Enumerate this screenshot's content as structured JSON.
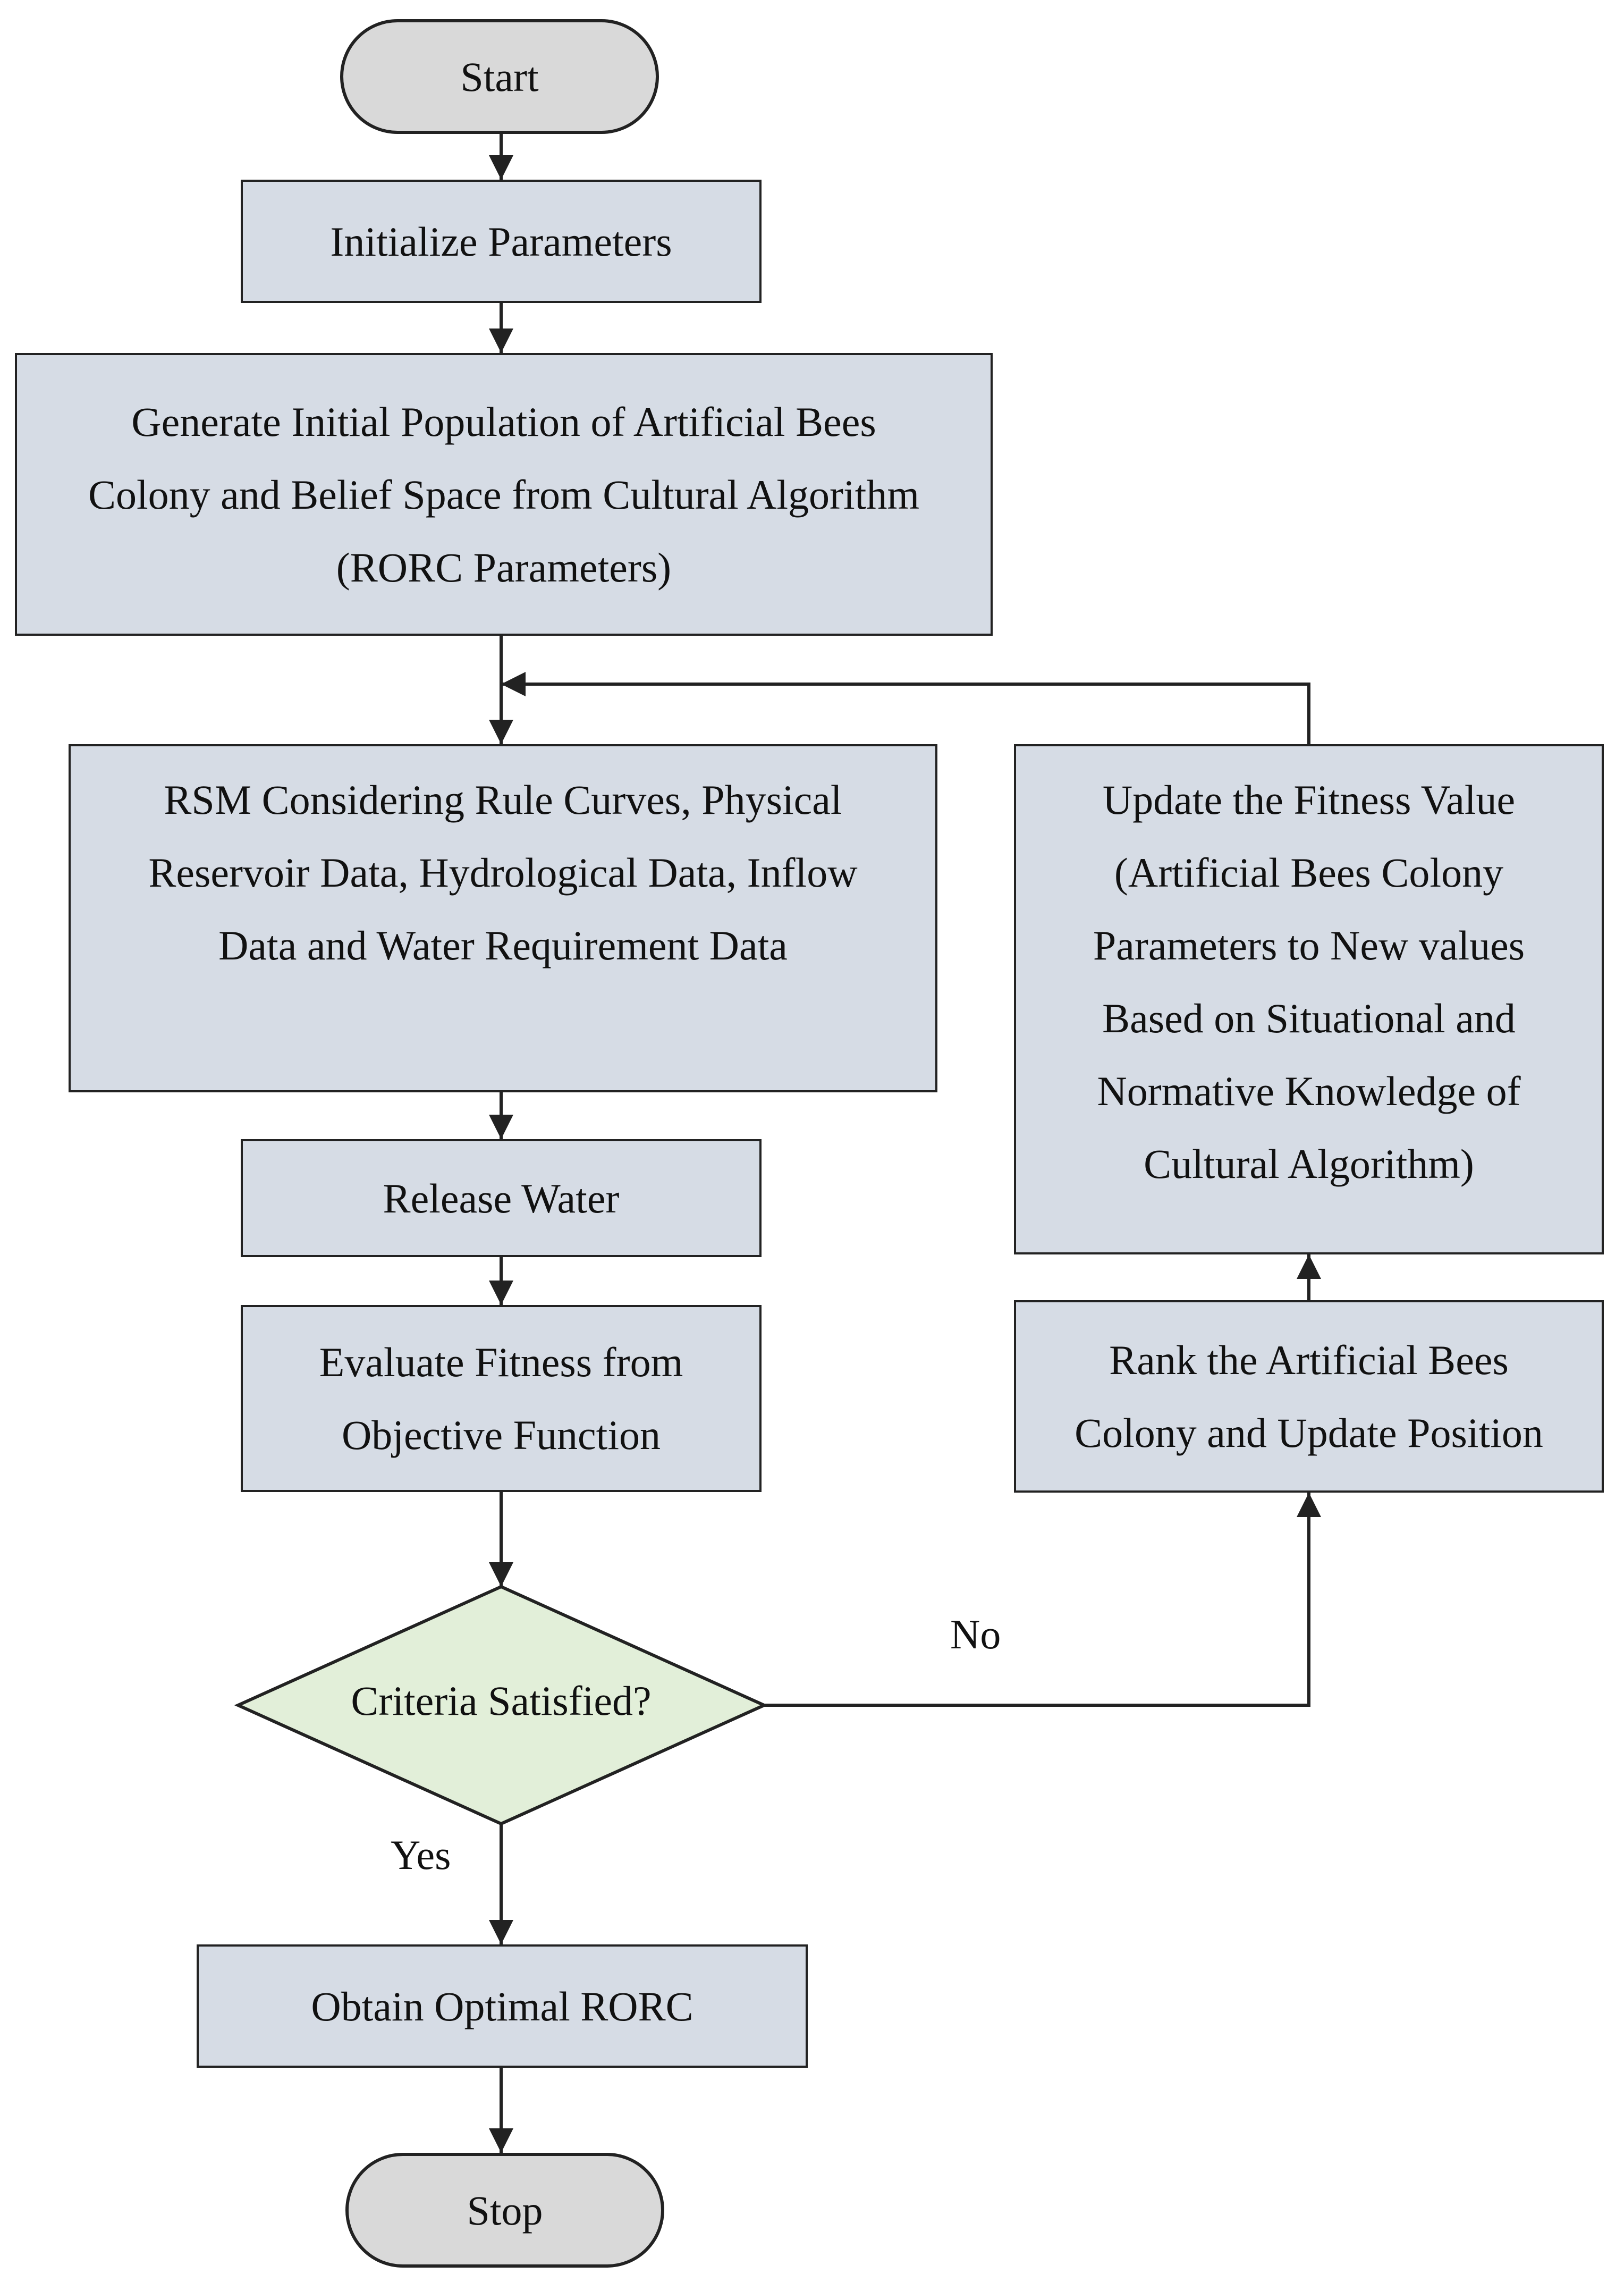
{
  "nodes": {
    "start": "Start",
    "init_params": "Initialize Parameters",
    "generate_population": "Generate Initial Population of Artificial Bees\nColony and Belief Space from Cultural Algorithm\n(RORC Parameters)",
    "rsm": "RSM Considering Rule Curves, Physical\nReservoir Data, Hydrological Data, Inflow\nData and Water Requirement Data",
    "release_water": "Release Water",
    "evaluate_fitness": "Evaluate Fitness from\nObjective Function",
    "criteria": "Criteria Satisfied?",
    "obtain_optimal": "Obtain Optimal RORC",
    "stop": "Stop",
    "rank_bees": "Rank the Artificial Bees\nColony and Update Position",
    "update_fitness": "Update the Fitness Value\n(Artificial Bees Colony\nParameters to New values\nBased on Situational and\nNormative Knowledge of\nCultural Algorithm)"
  },
  "edge_labels": {
    "no": "No",
    "yes": "Yes"
  },
  "colors": {
    "process_fill": "#d6dce5",
    "terminal_fill": "#d9d9d9",
    "decision_fill": "#e2efd9",
    "stroke": "#222222"
  }
}
